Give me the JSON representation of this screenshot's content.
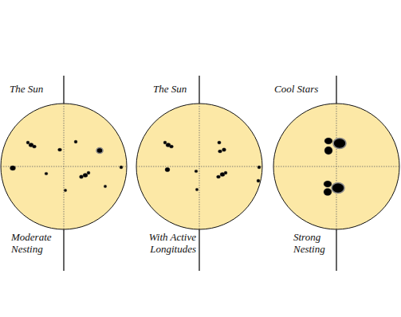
{
  "diagram": {
    "nodes": [
      {
        "text": [
          "The Sun",
          "Moderate Nesting"
        ]
      },
      {
        "text": [
          "The Sun",
          "With Active Longitudes"
        ]
      },
      {
        "text": [
          "Cool Stars",
          "Strong Nesting"
        ]
      }
    ]
  }
}
